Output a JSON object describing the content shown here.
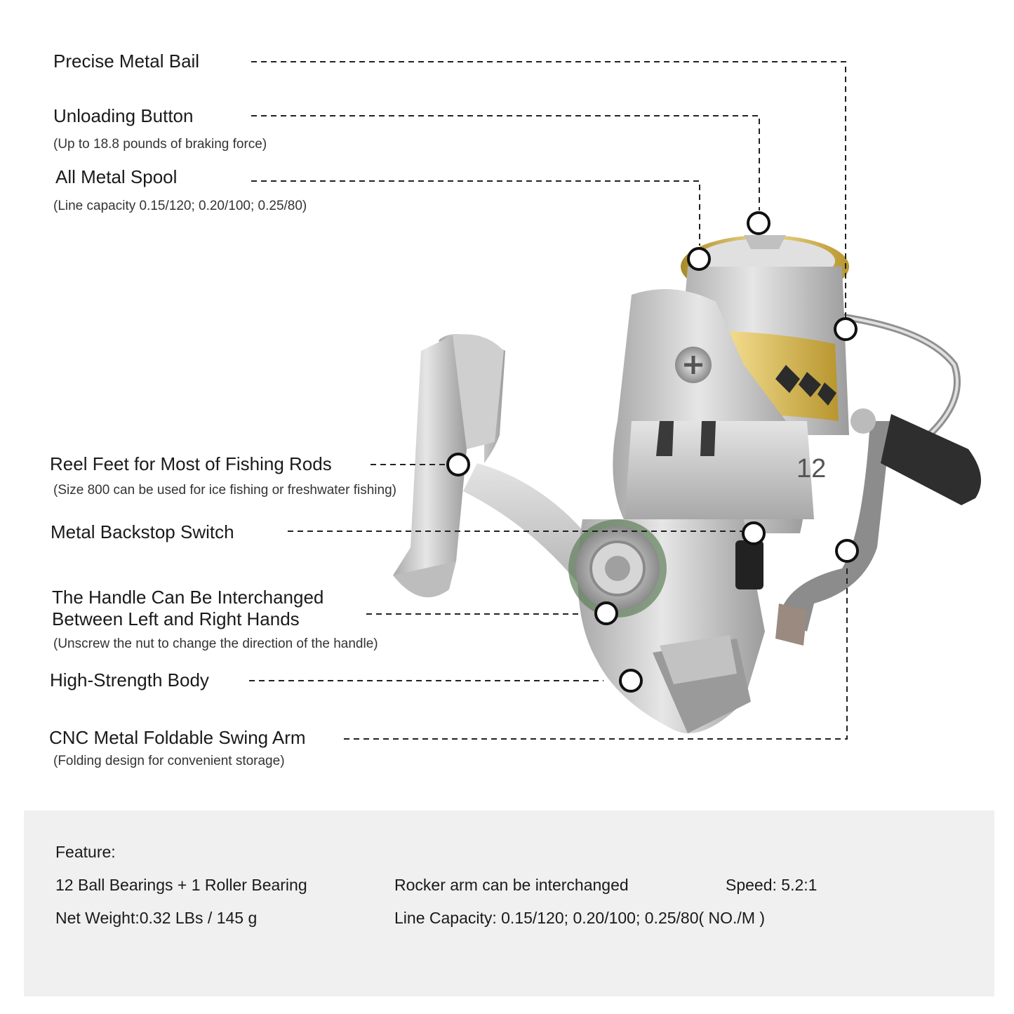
{
  "callouts": {
    "bail": {
      "label": "Precise Metal Bail"
    },
    "unloading": {
      "label": "Unloading Button",
      "note": "(Up to 18.8 pounds of braking force)"
    },
    "spool": {
      "label": "All Metal Spool",
      "note": "(Line capacity 0.15/120; 0.20/100; 0.25/80)"
    },
    "reel_feet": {
      "label": "Reel Feet for Most of Fishing Rods",
      "note": "(Size 800 can be used for ice fishing or freshwater fishing)"
    },
    "backstop": {
      "label": "Metal Backstop Switch"
    },
    "handle": {
      "label_line1": "The Handle Can Be Interchanged",
      "label_line2": "Between Left and Right Hands",
      "note": "(Unscrew the nut to change the direction of the handle)"
    },
    "body": {
      "label": "High-Strength Body"
    },
    "swing_arm": {
      "label": "CNC Metal Foldable Swing Arm",
      "note": "(Folding design for convenient storage)"
    }
  },
  "reel": {
    "spool_marking": "12"
  },
  "feature": {
    "title": "Feature:",
    "bearings": "12 Ball Bearings + 1 Roller Bearing",
    "rocker": "Rocker arm can be interchanged",
    "speed": "Speed: 5.2:1",
    "weight": "Net Weight:0.32 LBs / 145 g",
    "line_capacity": "Line Capacity: 0.15/120; 0.20/100; 0.25/80( NO./M )"
  },
  "colors": {
    "background": "#ffffff",
    "panel": "#f0f0f0",
    "silver": "#c9c9c9",
    "gold": "#d4b44a",
    "leader": "#222222"
  }
}
